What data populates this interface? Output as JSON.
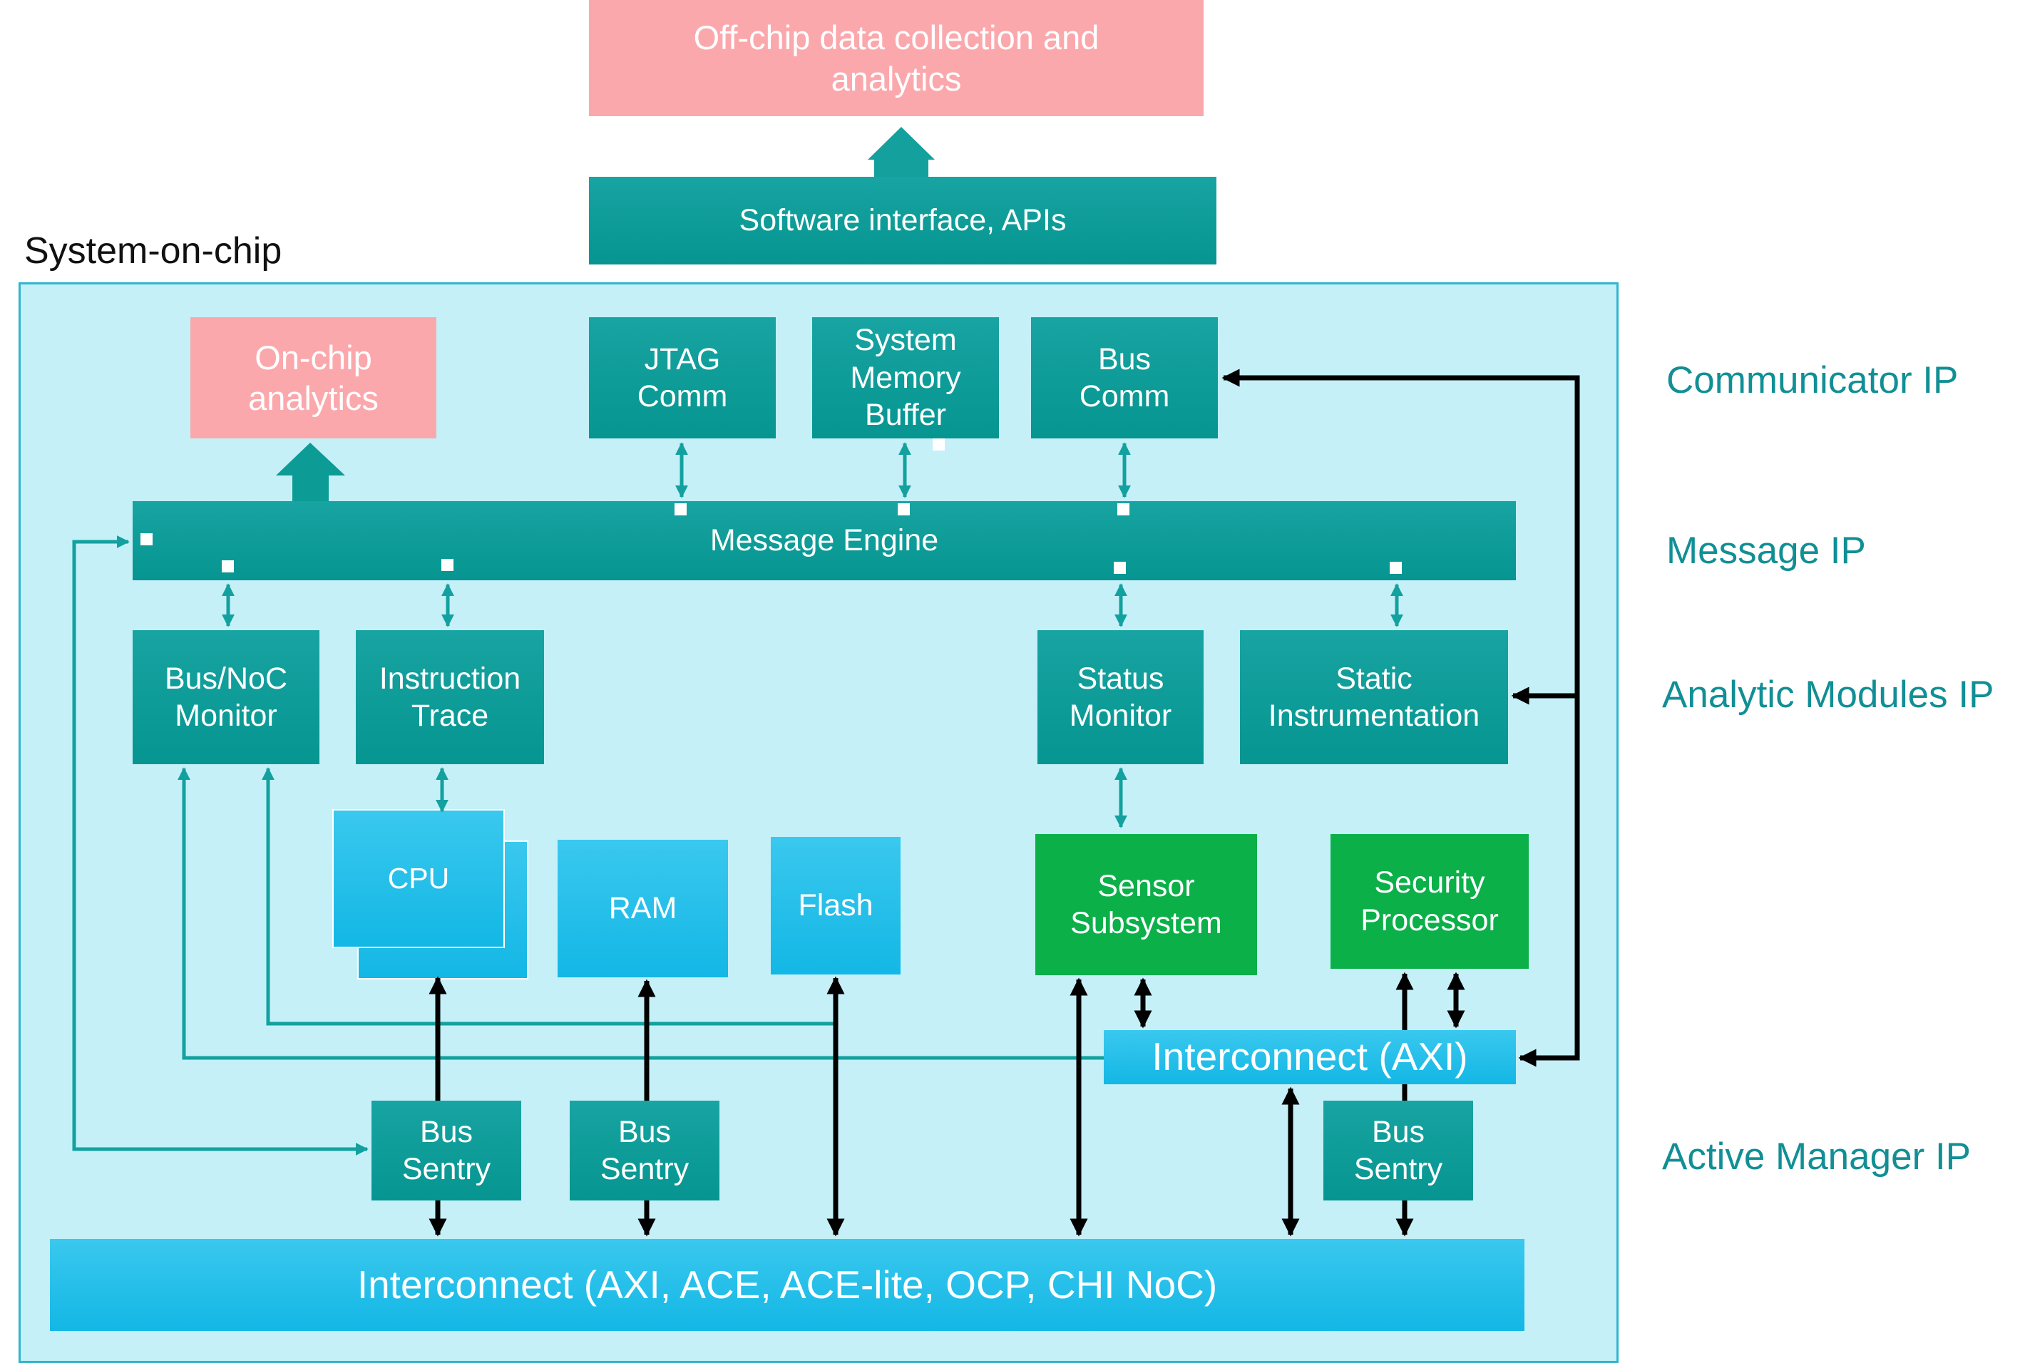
{
  "offchip": "Off-chip data collection and\nanalytics",
  "software": "Software interface, APIs",
  "soc_label": "System-on-chip",
  "onchip": "On-chip\nanalytics",
  "jtag": "JTAG\nComm",
  "sysmem": "System\nMemory\nBuffer",
  "buscomm": "Bus\nComm",
  "message_engine": "Message Engine",
  "bus_noc": "Bus/NoC\nMonitor",
  "instr_trace": "Instruction\nTrace",
  "status_monitor": "Status\nMonitor",
  "static_instr": "Static\nInstrumentation",
  "cpu": "CPU",
  "ram": "RAM",
  "flash": "Flash",
  "sensor": "Sensor\nSubsystem",
  "security": "Security\nProcessor",
  "interconnect_axi": "Interconnect (AXI)",
  "bus_sentry_1": "Bus\nSentry",
  "bus_sentry_2": "Bus\nSentry",
  "bus_sentry_3": "Bus\nSentry",
  "interconnect_main": "Interconnect (AXI, ACE, ACE-lite, OCP, CHI NoC)",
  "layers": {
    "communicator": "Communicator IP",
    "message": "Message IP",
    "analytic": "Analytic Modules IP",
    "active": "Active Manager IP"
  },
  "colors": {
    "teal": "#069590",
    "pink": "#fba8ad",
    "green": "#0bb049",
    "cyan": "#13b7e5",
    "soc_background": "#c5f0f8",
    "layer_text": "#118f95"
  }
}
